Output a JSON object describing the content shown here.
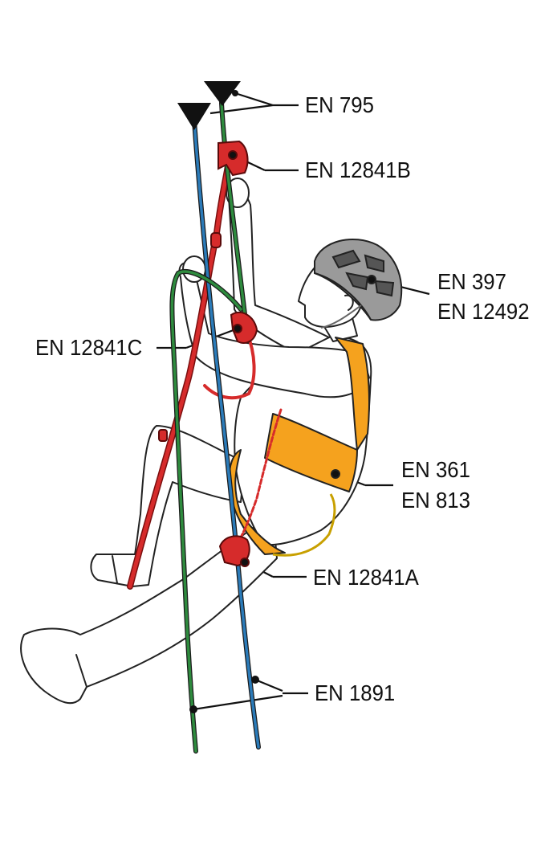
{
  "labels": {
    "anchor": "EN 795",
    "rope_clamp_b": "EN 12841B",
    "helmet_1": "EN 397",
    "helmet_2": "EN 12492",
    "rope_clamp_c": "EN 12841C",
    "harness_1": "EN 361",
    "harness_2": "EN 813",
    "rope_clamp_a": "EN 12841A",
    "rope": "EN 1891"
  },
  "colors": {
    "working_rope": "#2b7bb9",
    "safety_rope": "#2e8b3e",
    "lanyard": "#d62b2b",
    "harness": "#f5a21e",
    "helmet": "#9a9a9a",
    "outline": "#222222"
  }
}
